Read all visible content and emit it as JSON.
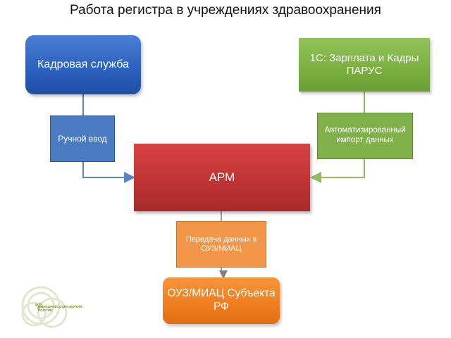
{
  "title": "Работа регистра в учреждениях здравоохранения",
  "nodes": {
    "kadrovaya": "Кадровая служба",
    "zarplata": "1С: Зарплата и Кадры ПАРУС",
    "ruchnoy": "Ручной ввод",
    "auto": "Автоматизированный импорт данных",
    "arm": "АРМ",
    "peredacha": "Передача данных в ОУЗ/МИАЦ",
    "ouz": "ОУЗ/МИАЦ Субъекта РФ"
  },
  "logo": {
    "name": "logo-rings-icon",
    "text_line1": "МИНЗДРАВСОЦРАЗВИТИЯ",
    "text_line2": "РОССИИ"
  },
  "colors": {
    "blue": "#2c62c0",
    "green": "#7aaf3f",
    "red": "#c03434",
    "orange": "#ef7d1d",
    "connector_blue": "#5b84c4",
    "connector_green": "#8fbc5a",
    "connector_gray": "#7f7f7f"
  }
}
